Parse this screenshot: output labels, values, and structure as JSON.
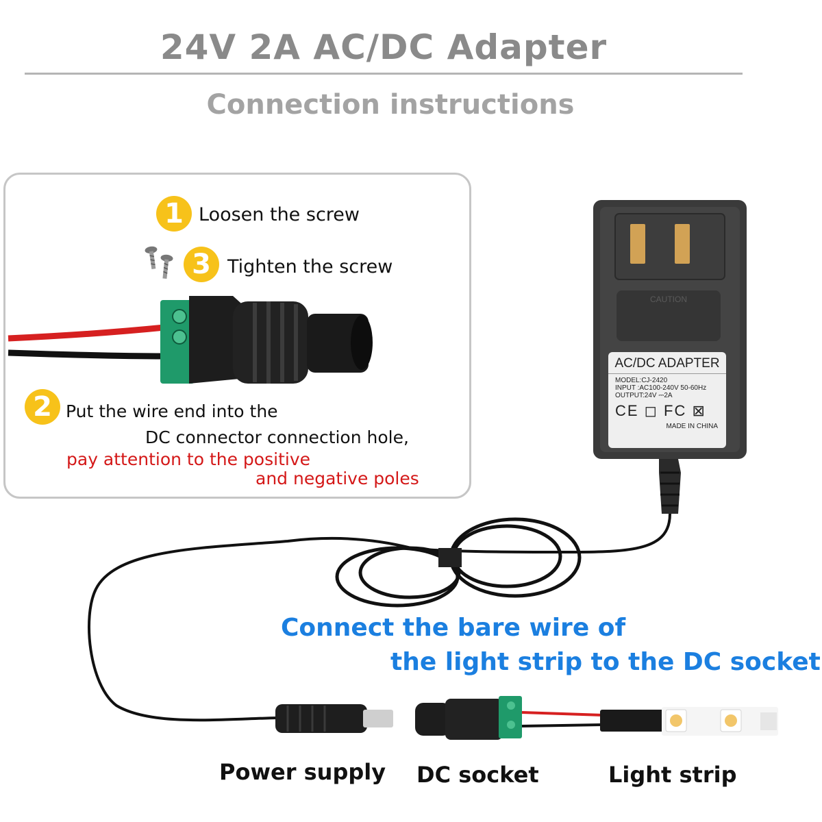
{
  "header": {
    "title": "24V 2A  AC/DC Adapter",
    "subtitle": "Connection instructions"
  },
  "steps": {
    "step1": {
      "num": "1",
      "text": "Loosen the screw"
    },
    "step3": {
      "num": "3",
      "text": "Tighten the screw"
    },
    "step2": {
      "num": "2",
      "line1": "Put the wire end into the",
      "line2": "DC connector connection hole,",
      "warn1": "pay attention to the positive",
      "warn2": "and negative poles"
    }
  },
  "adapter_label": {
    "heading": "AC/DC ADAPTER",
    "model": "MODEL:CJ-2420",
    "input": "INPUT :AC100-240V 50-60Hz",
    "output": "OUTPUT:24V ⎓2A",
    "marks": "CE ◻ FC ⊠",
    "made_in": "MADE IN CHINA",
    "caution": "CAUTION"
  },
  "instruction": {
    "line1": "Connect the bare wire of",
    "line2": "the light strip to the DC socket"
  },
  "captions": {
    "power_supply": "Power supply",
    "dc_socket": "DC socket",
    "light_strip": "Light strip"
  },
  "colors": {
    "badge": "#f7c21a",
    "terminal_green": "#1f9a6a",
    "wire_red": "#d62020",
    "instruction_blue": "#1b7fe0",
    "warning_red": "#d41818"
  }
}
